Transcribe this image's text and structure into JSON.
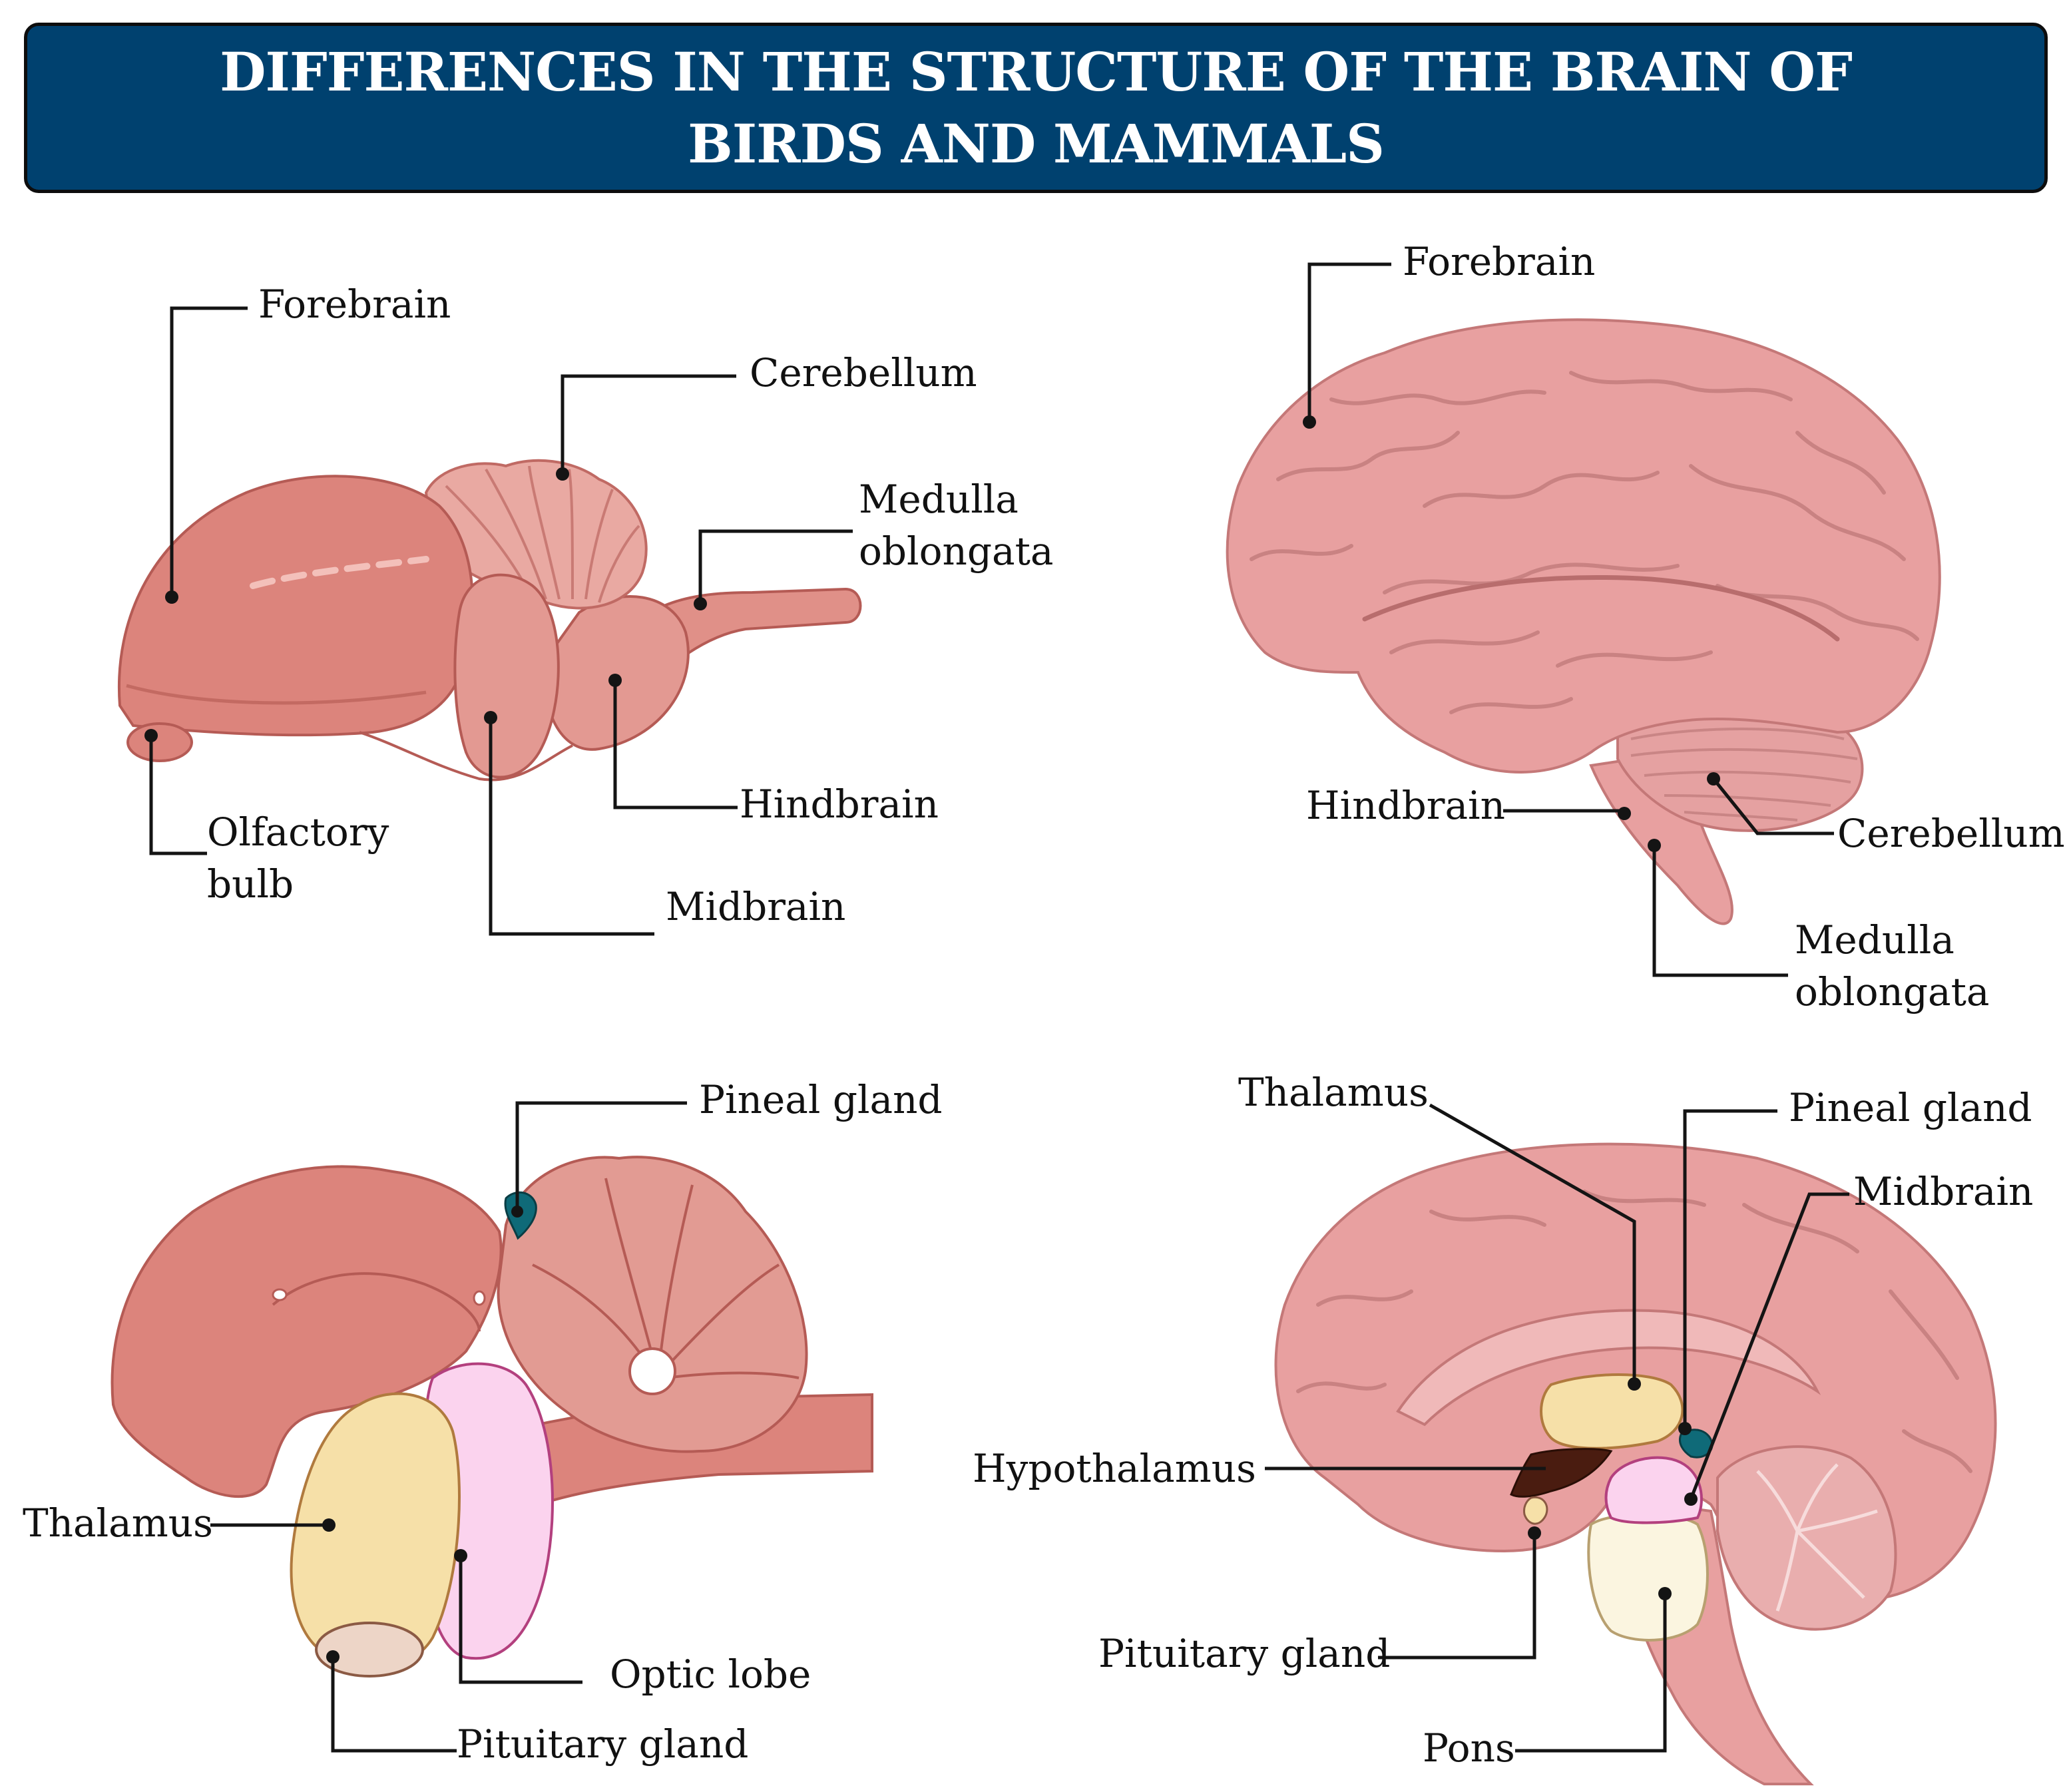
{
  "title": "DIFFERENCES IN THE STRUCTURE OF THE BRAIN OF BIRDS AND MAMMALS",
  "colors": {
    "banner": "#00416f",
    "brain_pink": "#e8a0a0",
    "bird_brain": "#dc847c",
    "thalamus": "#f6e0a8",
    "optic_lobe": "#fbd3ee",
    "pineal": "#0f6a78",
    "hypothalamus": "#4a1c10",
    "pons": "#fbf5e0"
  },
  "panels": {
    "bird_external": {
      "labels": {
        "forebrain": "Forebrain",
        "cerebellum": "Cerebellum",
        "medulla_1": "Medulla",
        "medulla_2": "oblongata",
        "olfactory_1": "Olfactory",
        "olfactory_2": "bulb",
        "hindbrain": "Hindbrain",
        "midbrain": "Midbrain"
      }
    },
    "mammal_external": {
      "labels": {
        "forebrain": "Forebrain",
        "hindbrain": "Hindbrain",
        "cerebellum": "Cerebellum",
        "medulla_1": "Medulla",
        "medulla_2": "oblongata"
      }
    },
    "bird_section": {
      "labels": {
        "pineal": "Pineal gland",
        "thalamus": "Thalamus",
        "optic_lobe": "Optic lobe",
        "pituitary": "Pituitary gland"
      }
    },
    "mammal_section": {
      "labels": {
        "thalamus": "Thalamus",
        "pineal": "Pineal gland",
        "midbrain": "Midbrain",
        "hypothalamus": "Hypothalamus",
        "pituitary": "Pituitary gland",
        "pons": "Pons"
      }
    }
  }
}
